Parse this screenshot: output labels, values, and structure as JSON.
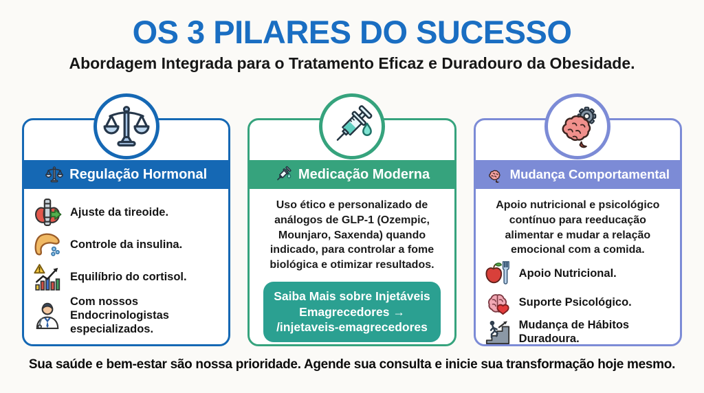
{
  "page": {
    "title": "OS 3 PILARES DO SUCESSO",
    "subtitle": "Abordagem Integrada para o Tratamento Eficaz e Duradouro da Obesidade.",
    "footer": "Sua saúde e bem-estar são nossa prioridade. Agende sua consulta e inicie sua transformação hoje mesmo."
  },
  "colors": {
    "title_blue": "#1a6ec2",
    "pillar1_blue": "#1568b4",
    "pillar2_green": "#36a37d",
    "pillar3_purple": "#7c8bd6",
    "button_teal": "#2ba091"
  },
  "pillars": [
    {
      "title": "Regulação Hormonal",
      "icon": "balance-scale-icon",
      "items": [
        {
          "icon": "thyroid-icon",
          "text": "Ajuste da tireoide."
        },
        {
          "icon": "pancreas-icon",
          "text": "Controle da insulina."
        },
        {
          "icon": "cortisol-chart-icon",
          "text": "Equilíbrio do cortisol."
        },
        {
          "icon": "doctor-icon",
          "text": "Com nossos Endocrinologistas especializados."
        }
      ]
    },
    {
      "title": "Medicação Moderna",
      "icon": "syringe-icon",
      "paragraph": "Uso ético e personalizado de análogos de GLP-1 (Ozempic, Mounjaro, Saxenda) quando indicado, para controlar a fome biológica e otimizar resultados.",
      "button": {
        "line1": "Saiba Mais sobre Injetáveis",
        "line2": "Emagrecedores →",
        "line3": "/injetaveis-emagrecedores"
      }
    },
    {
      "title": "Mudança Comportamental",
      "icon": "brain-gear-icon",
      "paragraph": "Apoio nutricional e psicológico contínuo para reeducação alimentar e mudar a relação emocional com a comida.",
      "items": [
        {
          "icon": "apple-fork-icon",
          "text": "Apoio Nutricional."
        },
        {
          "icon": "brain-heart-icon",
          "text": "Suporte Psicológico."
        },
        {
          "icon": "habit-stairs-icon",
          "text": "Mudança de Hábitos Duradoura."
        }
      ]
    }
  ]
}
